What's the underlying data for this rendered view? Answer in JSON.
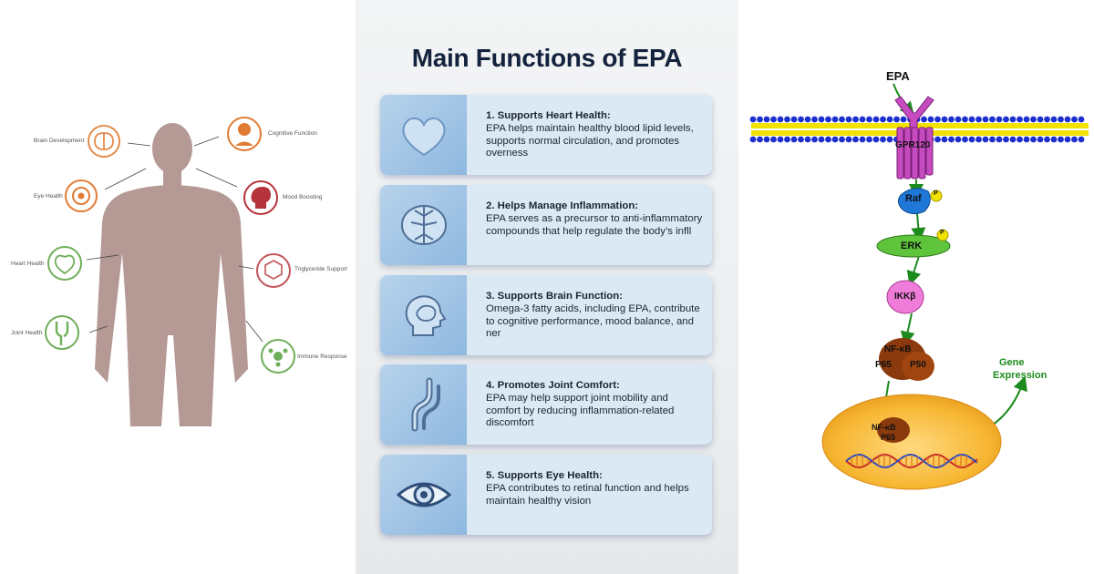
{
  "body_map": {
    "labels": {
      "brain": "Brain Development",
      "cognitive": "Cognitive Function",
      "eye": "Eye Health",
      "mood": "Mood Boosting",
      "heart": "Heart Health",
      "triglyceride": "Triglyceride Support",
      "joint": "Joint Health",
      "immune": "Immune Response"
    }
  },
  "functions": {
    "title": "Main Functions of EPA",
    "items": [
      {
        "heading": "1. Supports Heart Health:",
        "body": "EPA helps maintain healthy blood lipid levels, supports normal circulation, and promotes overness",
        "icon": "heart-icon"
      },
      {
        "heading": "2. Helps Manage Inflammation:",
        "body": "EPA serves as a precursor to anti-inflammatory compounds that help regulate the body’s infll",
        "icon": "inflammation-icon"
      },
      {
        "heading": "3. Supports Brain Function:",
        "body": "Omega-3 fatty acids, including EPA, contribute to cognitive performance, mood balance, and ner",
        "icon": "brain-head-icon"
      },
      {
        "heading": "4. Promotes Joint Comfort:",
        "body": "EPA may help support joint mobility and comfort by reducing inflammation-related discomfort",
        "icon": "joint-icon"
      },
      {
        "heading": "5. Supports Eye Health:",
        "body": "EPA contributes to retinal function and helps maintain healthy vision",
        "icon": "eye-icon"
      }
    ]
  },
  "pathway": {
    "epa": "EPA",
    "receptor": "GPR120",
    "raf": "Raf",
    "erk": "ERK",
    "ikk": "IKKβ",
    "nfkb": "NF-κB",
    "p65": "P65",
    "p50": "P50",
    "nuc_nfkb": "NF-κB",
    "nuc_p65": "P65",
    "phos": "P",
    "gene_line1": "Gene",
    "gene_line2": "Expression"
  },
  "colors": {
    "accent_navy": "#14233d",
    "card_bg": "#dbe9f5",
    "pathway_green": "#1c8a1c",
    "membrane_blue": "#1e2fd0"
  }
}
